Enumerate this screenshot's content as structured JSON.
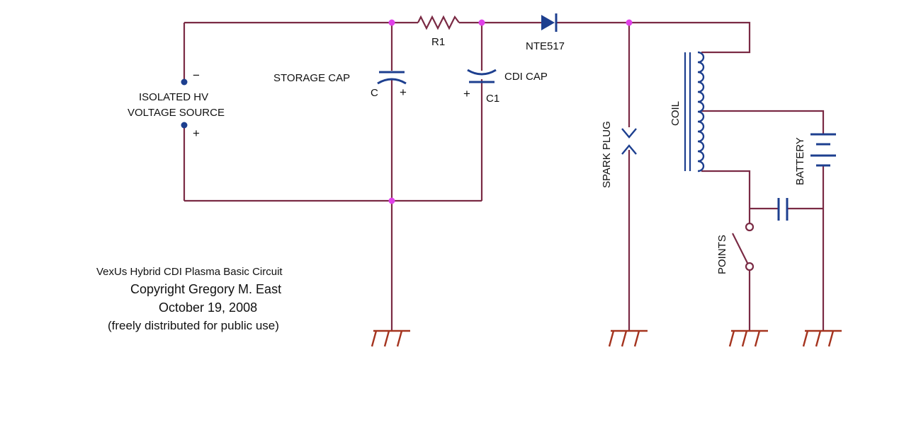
{
  "colors": {
    "wire": "#7a2a44",
    "component": "#1d3f8f",
    "junction": "#e040e8",
    "ground": "#a5341f",
    "text": "#111111"
  },
  "labels": {
    "r1": "R1",
    "diode": "NTE517",
    "storage_cap": "STORAGE CAP",
    "storage_cap_ref": "C",
    "cdi_cap": "CDI CAP",
    "cdi_cap_ref": "C1",
    "source_line1": "ISOLATED HV",
    "source_line2": "VOLTAGE SOURCE",
    "minus": "−",
    "plus": "+",
    "spark_plug": "SPARK PLUG",
    "coil": "COIL",
    "battery": "BATTERY",
    "points": "POINTS"
  },
  "credits": {
    "line1": "VexUs Hybrid CDI Plasma Basic Circuit",
    "line2": "Copyright Gregory M. East",
    "line3": "October 19, 2008",
    "line4": "(freely distributed for public use)"
  }
}
